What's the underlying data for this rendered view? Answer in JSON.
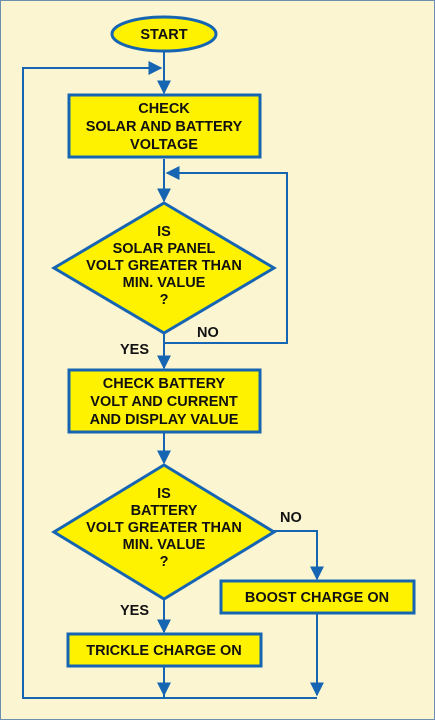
{
  "colors": {
    "background": "#fbf5d2",
    "node_fill": "#fff200",
    "stroke": "#1565b3",
    "text": "#111111"
  },
  "nodes": {
    "start": {
      "lines": [
        "START"
      ]
    },
    "check_voltage": {
      "lines": [
        "CHECK",
        "SOLAR AND BATTERY",
        "VOLTAGE"
      ]
    },
    "decision_solar": {
      "lines": [
        "IS",
        "SOLAR PANEL",
        "VOLT GREATER THAN",
        "MIN. VALUE",
        "?"
      ]
    },
    "check_battery": {
      "lines": [
        "CHECK BATTERY",
        "VOLT AND CURRENT",
        "AND DISPLAY VALUE"
      ]
    },
    "decision_battery": {
      "lines": [
        "IS",
        "BATTERY",
        "VOLT GREATER THAN",
        "MIN. VALUE",
        "?"
      ]
    },
    "boost_charge": {
      "lines": [
        "BOOST CHARGE ON"
      ]
    },
    "trickle_charge": {
      "lines": [
        "TRICKLE CHARGE ON"
      ]
    }
  },
  "labels": {
    "solar_no": "NO",
    "solar_yes": "YES",
    "battery_no": "NO",
    "battery_yes": "YES"
  }
}
